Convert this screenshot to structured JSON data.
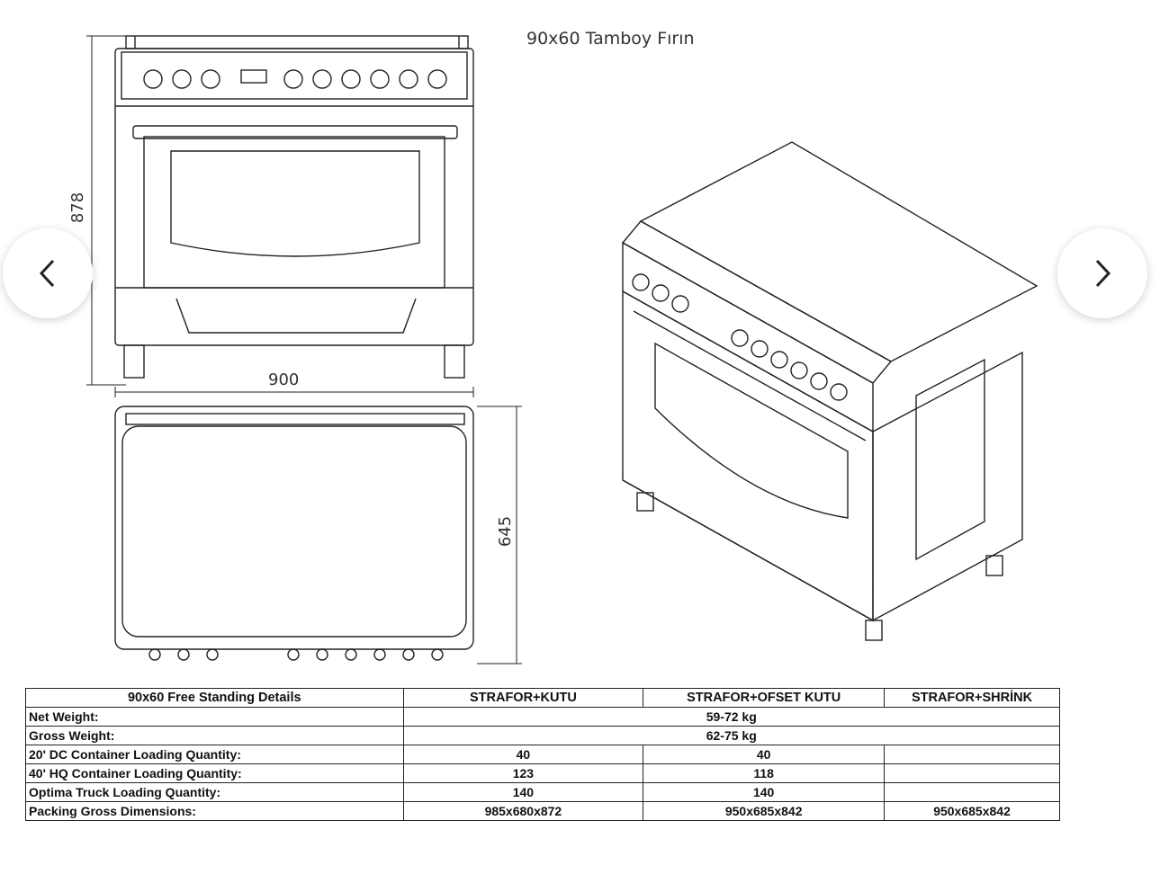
{
  "drawing": {
    "title": "90x60 Tamboy Fırın",
    "dimensions": {
      "height": "878",
      "width": "900",
      "depth": "645"
    }
  },
  "carousel": {
    "prev_icon": "chevron-left-icon",
    "next_icon": "chevron-right-icon"
  },
  "table": {
    "headers": [
      "90x60 Free Standing Details",
      "STRAFOR+KUTU",
      "STRAFOR+OFSET KUTU",
      "STRAFOR+SHRİNK"
    ],
    "rows": [
      {
        "label": "Net Weight:",
        "merged": "59-72 kg"
      },
      {
        "label": "Gross Weight:",
        "merged": "62-75 kg"
      },
      {
        "label": "20' DC Container Loading Quantity:",
        "values": [
          "40",
          "40",
          ""
        ]
      },
      {
        "label": "40' HQ Container Loading Quantity:",
        "values": [
          "123",
          "118",
          ""
        ]
      },
      {
        "label": "Optima Truck Loading Quantity:",
        "values": [
          "140",
          "140",
          ""
        ]
      },
      {
        "label": "Packing Gross Dimensions:",
        "values": [
          "985x680x872",
          "950x685x842",
          "950x685x842"
        ]
      }
    ]
  }
}
